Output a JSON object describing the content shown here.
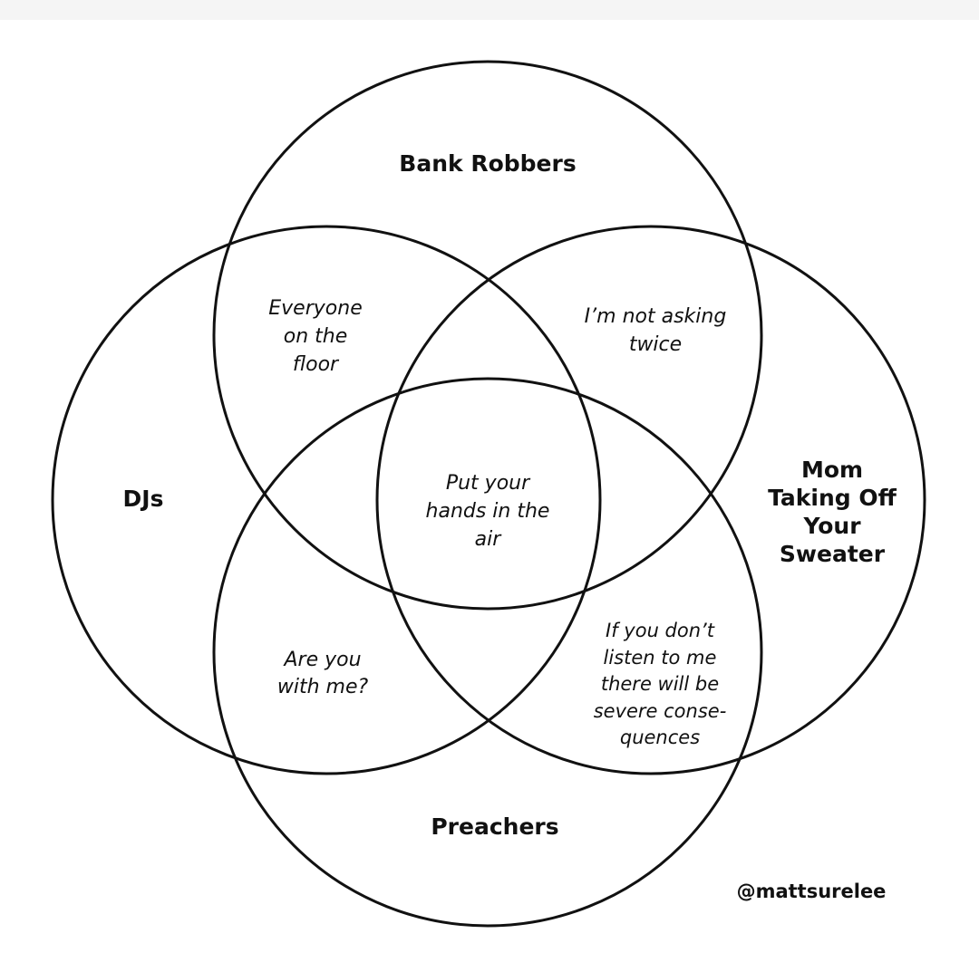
{
  "colors": {
    "background": "#ffffff",
    "top_band": "#f5f5f5",
    "stroke": "#111111",
    "text": "#111111"
  },
  "sets": [
    {
      "id": "bank-robbers",
      "label": [
        "Bank Robbers"
      ]
    },
    {
      "id": "djs",
      "label": [
        "DJs"
      ]
    },
    {
      "id": "mom",
      "label": [
        "Mom",
        "Taking Off",
        "Your",
        "Sweater"
      ]
    },
    {
      "id": "preachers",
      "label": [
        "Preachers"
      ]
    }
  ],
  "overlaps": {
    "djs_bank_robbers": [
      "Everyone",
      "on the",
      "floor"
    ],
    "bank_robbers_mom": [
      "I’m not asking",
      "twice"
    ],
    "all": [
      "Put your",
      "hands in the",
      "air"
    ],
    "djs_preachers": [
      "Are you",
      "with me?"
    ],
    "mom_preachers": [
      "If you don’t",
      "listen to me",
      "there will be",
      "severe conse-",
      "quences"
    ]
  },
  "credit": "@mattsurelee"
}
